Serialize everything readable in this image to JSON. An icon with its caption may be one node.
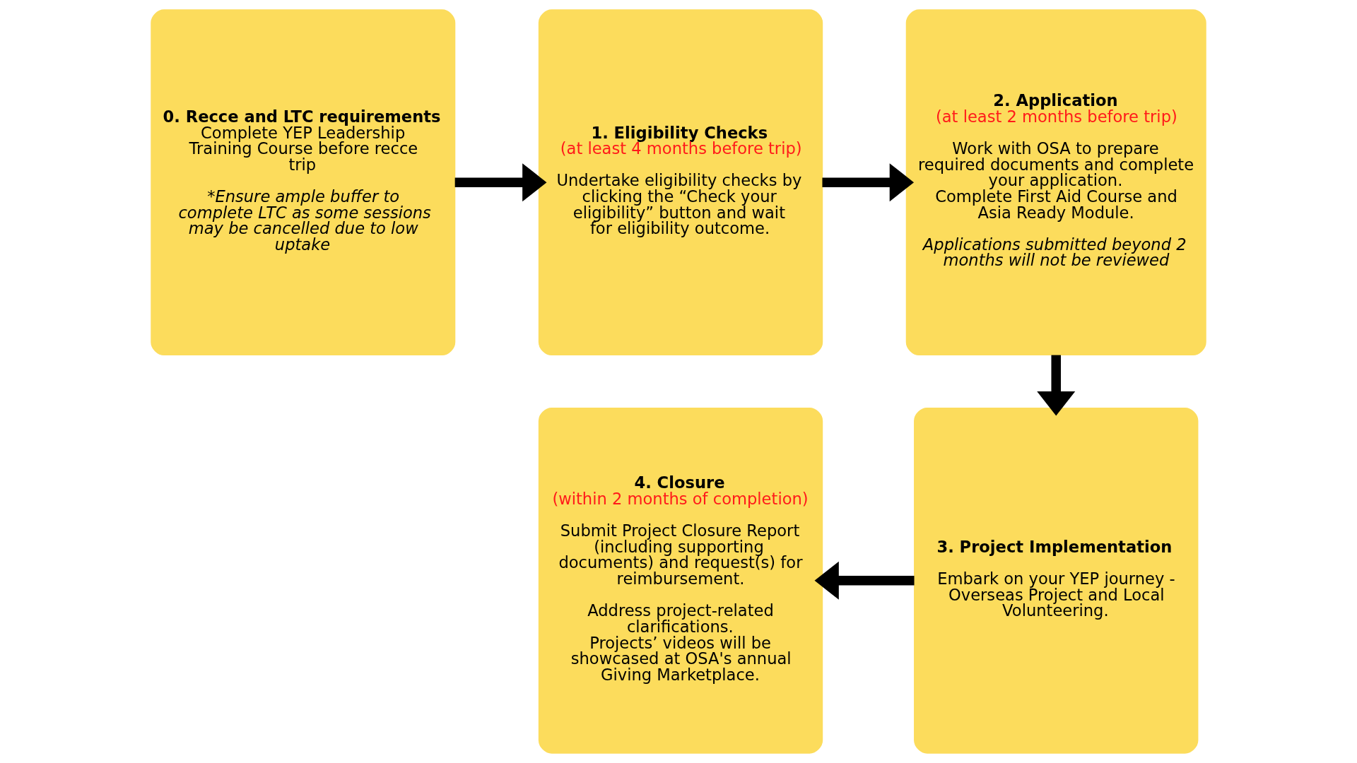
{
  "diagram": {
    "nodes": [
      {
        "text": [
          "0. Recce and LTC requirements",
          "Complete YEP Leadership Training Course before recce trip",
          "*Ensure ample buffer to complete LTC as some sessions may be cancelled due to low uptake"
        ]
      },
      {
        "text": [
          "1. Eligibility Checks",
          "(at least 4 months before trip)",
          "Undertake eligibility checks by clicking the “Check your eligibility” button and wait for eligibility outcome."
        ]
      },
      {
        "text": [
          "2. Application",
          "(at least 2 months before trip)",
          "Work with OSA to prepare required documents and complete your application.",
          "Complete First Aid Course and Asia Ready Module.",
          "Applications submitted beyond 2 months will not be reviewed"
        ]
      },
      {
        "text": [
          "3. Project Implementation",
          "Embark on your YEP journey - Overseas Project and Local Volunteering."
        ]
      },
      {
        "text": [
          "4. Closure",
          "(within 2 months of completion)",
          "Submit Project Closure Report (including supporting documents) and request(s) for reimbursement.",
          "Address project-related clarifications.",
          "Projects’ videos will be showcased at OSA's annual Giving Marketplace."
        ]
      }
    ],
    "edges": [
      {
        "from": 0,
        "to": 1,
        "arrow": "to"
      },
      {
        "from": 1,
        "to": 2,
        "arrow": "to"
      },
      {
        "from": 2,
        "to": 3,
        "arrow": "to"
      },
      {
        "from": 3,
        "to": 4,
        "arrow": "to"
      }
    ]
  }
}
